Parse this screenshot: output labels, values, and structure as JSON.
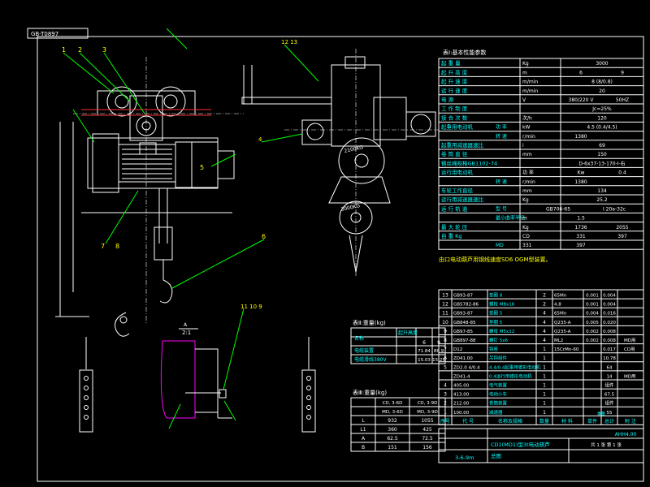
{
  "drawing": {
    "corner_label": "GB-T0897",
    "scale_label": "2:1",
    "note": "由口电动葫芦用钢线速度SD6 OGM型装置。"
  },
  "callouts": [
    "1",
    "2",
    "3",
    "4",
    "5",
    "6",
    "7",
    "8",
    "9",
    "10",
    "11",
    "12",
    "13"
  ],
  "table1": {
    "title": "表Ⅰ:基本性能参数",
    "rows": [
      [
        "起 重 量",
        "Kg",
        "3000"
      ],
      [
        "起 升 高 度",
        "m",
        "6",
        "9"
      ],
      [
        "起 升 速 度",
        "m/min",
        "8 (8/0.8)"
      ],
      [
        "运 行 速 度",
        "m/min",
        "20"
      ],
      [
        "电 源",
        "V",
        "380/220 V",
        "50HZ"
      ],
      [
        "工 作 制 度",
        "",
        "Jc=25%"
      ],
      [
        "接 合 次 数",
        "次/h",
        "120"
      ],
      [
        "起重用电动机",
        "功 率",
        "kW",
        "4.5 (0.4/4.5)"
      ],
      [
        "",
        "转 速",
        "r/min",
        "1380"
      ],
      [
        "起重用减速器速比",
        "i",
        "69"
      ],
      [
        "卷 筒 直 径",
        "mm",
        "150"
      ],
      [
        "钢丝绳规格GB1102-74",
        "",
        "D-6x37-13-170-Ⅰ-右"
      ],
      [
        "运行用电动机",
        "功 率",
        "Kw",
        "0.4"
      ],
      [
        "",
        "转 速",
        "r/min",
        "1380"
      ],
      [
        "车轮工作直径",
        "mm",
        "134"
      ],
      [
        "运行用减速器速比",
        "Kg",
        "25.2"
      ],
      [
        "运 行 轨 道",
        "型 号",
        "GB706-65",
        "I 20a-32c"
      ],
      [
        "",
        "最小曲率半径",
        "m",
        "1.5"
      ],
      [
        "最 大 轮 压",
        "Kg",
        "1736",
        "2055"
      ],
      [
        "自 重 Kg",
        "CD",
        "331",
        "397"
      ],
      [
        "",
        "MD",
        "331",
        "397"
      ]
    ]
  },
  "table2": {
    "title": "表Ⅱ:重量(kg)",
    "header": [
      "名称",
      "起升高度",
      "6",
      "9"
    ],
    "rows": [
      [
        "电缆装置",
        "71.84",
        "88.9"
      ],
      [
        "电缆滑线380V",
        "15.03",
        "15.25"
      ]
    ]
  },
  "table3": {
    "title": "表Ⅲ:重量(kg)",
    "header": [
      "",
      "CD, 3-6D",
      "CD, 3-9D"
    ],
    "header2": [
      "",
      "MD, 3-6D",
      "MD, 3-9D"
    ],
    "rows": [
      [
        "L",
        "932",
        "1055"
      ],
      [
        "L1",
        "360",
        "425"
      ],
      [
        "A",
        "62.5",
        "72.5"
      ],
      [
        "B",
        "151",
        "156"
      ]
    ]
  },
  "parts": {
    "rows": [
      [
        "13",
        "GB93-87",
        "垫圈 8",
        "2",
        "65Mn",
        "0.001",
        "0.004"
      ],
      [
        "12",
        "GB5782-86",
        "螺栓 M8x16",
        "2",
        "4.8",
        "0.001",
        "0.004"
      ],
      [
        "11",
        "GB93-87",
        "垫圈 5",
        "4",
        "65Mn",
        "0.004",
        "0.016"
      ],
      [
        "10",
        "GB848-85",
        "垫圈 5",
        "4",
        "Q235-A",
        "0.005",
        "0.020"
      ],
      [
        "9",
        "GB97-85",
        "螺母 M5x12",
        "4",
        "Q235-A",
        "0.002",
        "0.008"
      ],
      [
        "8",
        "GB897-88",
        "螺钉 5x6",
        "4",
        "ML2",
        "0.002",
        "0.008"
      ],
      [
        "7",
        "D12",
        "钩座",
        "1",
        "15CrMn-60",
        "",
        "0.017"
      ],
      [
        "6",
        "ZD41.00",
        "吊钩组件",
        "1",
        "",
        "",
        "10.78"
      ],
      [
        "5",
        "ZD2.0 4/0.4",
        "4.4/0.4起重用锥形电动机",
        "1",
        "",
        "",
        "64"
      ],
      [
        "",
        "ZD41-4",
        "0.4运行用锥形电动机",
        "1",
        "",
        "",
        "14"
      ],
      [
        "4",
        "405.00",
        "电气装置",
        "1",
        "",
        "",
        "组件"
      ],
      [
        "3",
        "413.00",
        "电动小车",
        "1",
        "",
        "",
        "67.5"
      ],
      [
        "2",
        "212.00",
        "卷筒装置",
        "1",
        "",
        "",
        "组件"
      ],
      [
        "1",
        "100.00",
        "减速器",
        "1",
        "",
        "",
        "55"
      ]
    ],
    "side_notes": [
      "MD用",
      "CD用",
      "MD用"
    ],
    "header": [
      "序号",
      "代 号",
      "名称及规格",
      "数量",
      "材 料",
      "单件",
      "总计",
      "附 注"
    ],
    "weight_header": "重量",
    "footer_code": "AHH4.00",
    "drawing_name": "CD1(MD1)型3t电动葫芦",
    "drawing_sub": "总图",
    "drawing_no": "3-6-9m",
    "sheet_label": "共 1 张 第 1 张"
  }
}
